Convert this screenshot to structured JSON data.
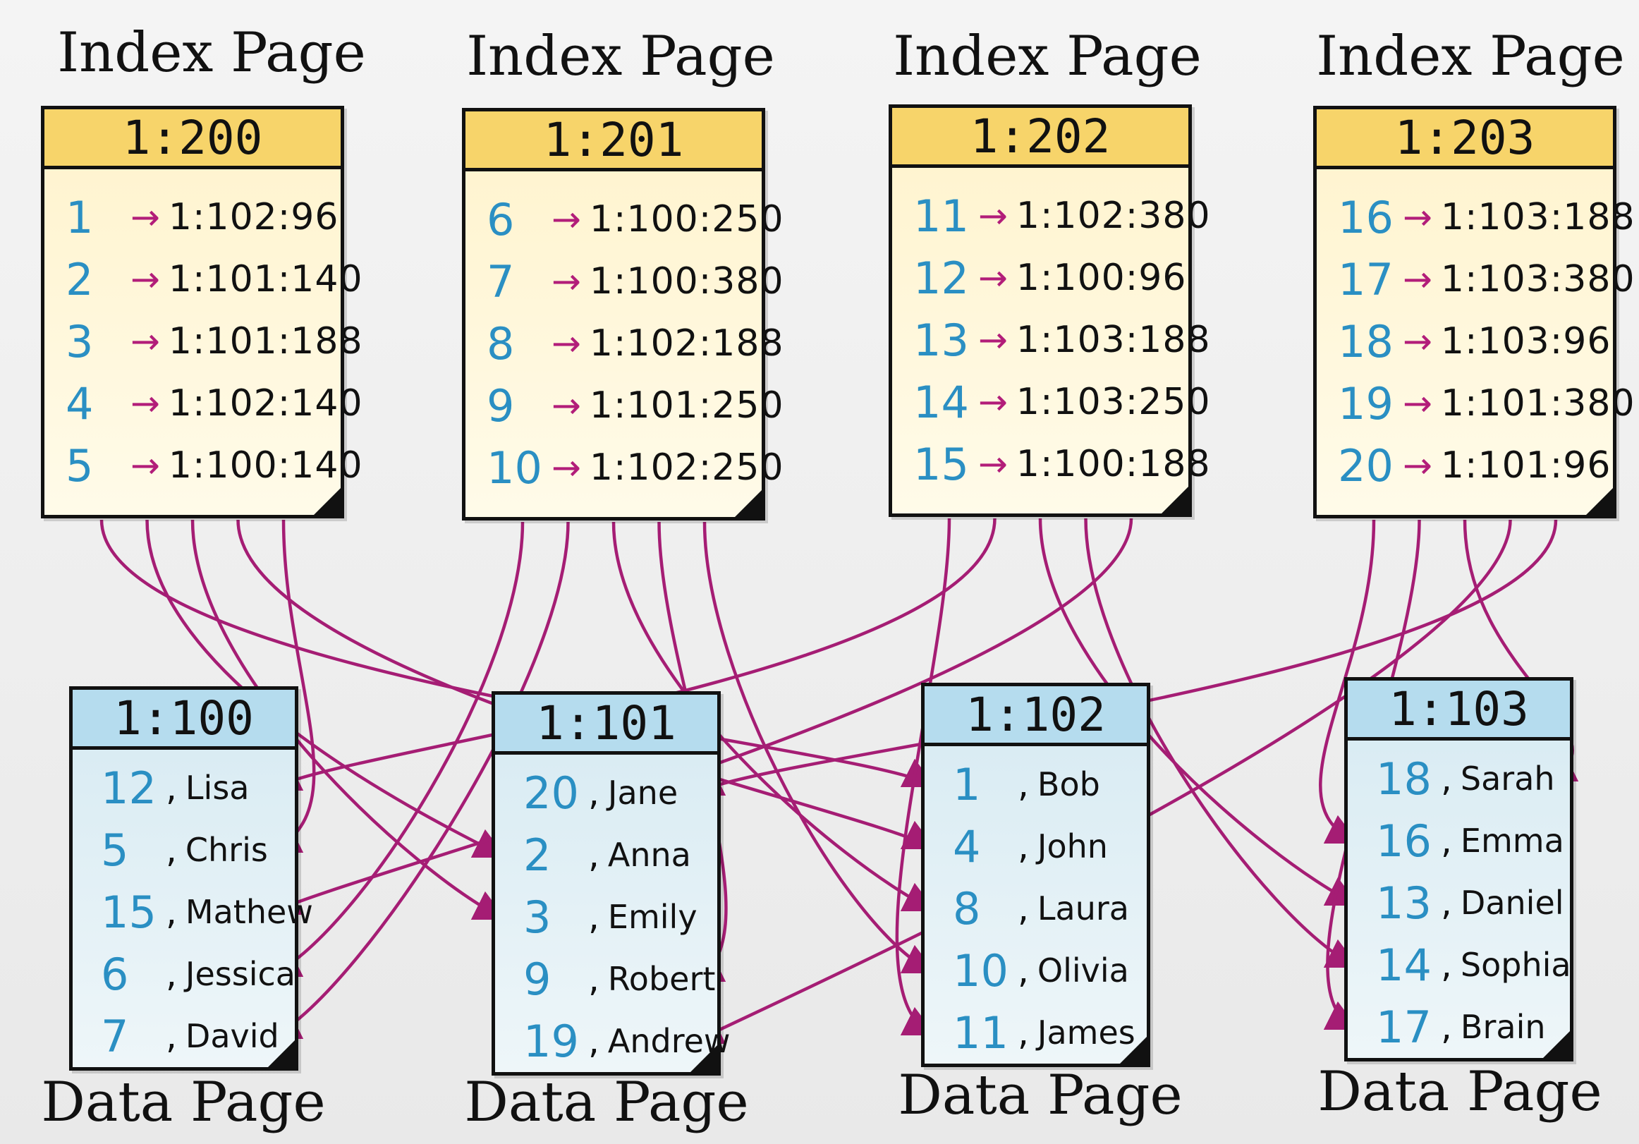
{
  "colors": {
    "link": "#a51d74",
    "key": "#2a8fc3",
    "index_header": "#f7d46a",
    "data_header": "#b5dcee"
  },
  "index_pages": [
    {
      "caption": "Index Page",
      "page_id": "1:200",
      "entries": [
        {
          "key": "1",
          "pointer": "1:102:96"
        },
        {
          "key": "2",
          "pointer": "1:101:140"
        },
        {
          "key": "3",
          "pointer": "1:101:188"
        },
        {
          "key": "4",
          "pointer": "1:102:140"
        },
        {
          "key": "5",
          "pointer": "1:100:140"
        }
      ]
    },
    {
      "caption": "Index Page",
      "page_id": "1:201",
      "entries": [
        {
          "key": "6",
          "pointer": "1:100:250"
        },
        {
          "key": "7",
          "pointer": "1:100:380"
        },
        {
          "key": "8",
          "pointer": "1:102:188"
        },
        {
          "key": "9",
          "pointer": "1:101:250"
        },
        {
          "key": "10",
          "pointer": "1:102:250"
        }
      ]
    },
    {
      "caption": "Index Page",
      "page_id": "1:202",
      "entries": [
        {
          "key": "11",
          "pointer": "1:102:380"
        },
        {
          "key": "12",
          "pointer": "1:100:96"
        },
        {
          "key": "13",
          "pointer": "1:103:188"
        },
        {
          "key": "14",
          "pointer": "1:103:250"
        },
        {
          "key": "15",
          "pointer": "1:100:188"
        }
      ]
    },
    {
      "caption": "Index Page",
      "page_id": "1:203",
      "entries": [
        {
          "key": "16",
          "pointer": "1:103:188"
        },
        {
          "key": "17",
          "pointer": "1:103:380"
        },
        {
          "key": "18",
          "pointer": "1:103:96"
        },
        {
          "key": "19",
          "pointer": "1:101:380"
        },
        {
          "key": "20",
          "pointer": "1:101:96"
        }
      ]
    }
  ],
  "data_pages": [
    {
      "caption": "Data Page",
      "page_id": "1:100",
      "rows": [
        {
          "key": "12",
          "name": "Lisa"
        },
        {
          "key": "5",
          "name": "Chris"
        },
        {
          "key": "15",
          "name": "Mathew"
        },
        {
          "key": "6",
          "name": "Jessica"
        },
        {
          "key": "7",
          "name": "David"
        }
      ]
    },
    {
      "caption": "Data Page",
      "page_id": "1:101",
      "rows": [
        {
          "key": "20",
          "name": "Jane"
        },
        {
          "key": "2",
          "name": "Anna"
        },
        {
          "key": "3",
          "name": "Emily"
        },
        {
          "key": "9",
          "name": "Robert"
        },
        {
          "key": "19",
          "name": "Andrew"
        }
      ]
    },
    {
      "caption": "Data Page",
      "page_id": "1:102",
      "rows": [
        {
          "key": "1",
          "name": "Bob"
        },
        {
          "key": "4",
          "name": "John"
        },
        {
          "key": "8",
          "name": "Laura"
        },
        {
          "key": "10",
          "name": "Olivia"
        },
        {
          "key": "11",
          "name": "James"
        }
      ]
    },
    {
      "caption": "Data Page",
      "page_id": "1:103",
      "rows": [
        {
          "key": "18",
          "name": "Sarah"
        },
        {
          "key": "16",
          "name": "Emma"
        },
        {
          "key": "13",
          "name": "Daniel"
        },
        {
          "key": "14",
          "name": "Sophia"
        },
        {
          "key": "17",
          "name": "Brain"
        }
      ]
    }
  ]
}
